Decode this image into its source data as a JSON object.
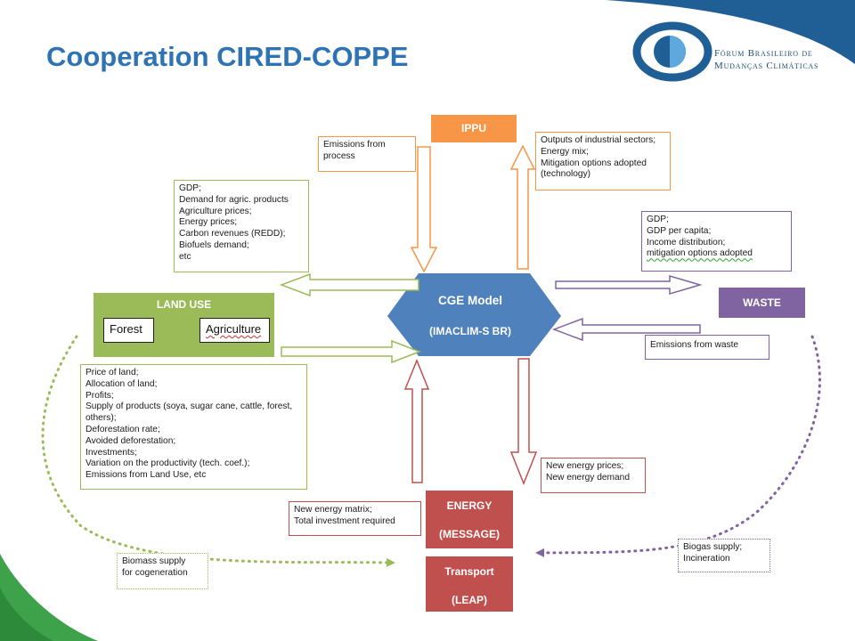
{
  "slide": {
    "title": "Cooperation CIRED-COPPE",
    "brand": {
      "line1": "Fórum Brasileiro de",
      "line2": "Mudanças Climáticas"
    }
  },
  "nodes": {
    "cge": {
      "title": "CGE Model",
      "subtitle": "(IMACLIM-S BR)"
    },
    "ippu": {
      "label": "IPPU"
    },
    "waste": {
      "label": "WASTE"
    },
    "land_use": {
      "label": "LAND USE",
      "forest": "Forest",
      "agriculture": "Agriculture"
    },
    "energy": {
      "label": "ENERGY",
      "sub": "(MESSAGE)"
    },
    "transport": {
      "label": "Transport",
      "sub": "(LEAP)"
    }
  },
  "annotations": {
    "emissions_process": [
      "Emissions from",
      "process"
    ],
    "ippu_outputs": [
      "Outputs of industrial sectors;",
      "Energy mix;",
      "Mitigation options adopted",
      "(technology)"
    ],
    "cge_to_landuse": [
      "GDP;",
      "Demand for agric. products",
      "Agriculture prices;",
      "Energy prices;",
      "Carbon revenues (REDD);",
      "Biofuels demand;",
      "etc"
    ],
    "cge_to_waste": [
      "GDP;",
      "GDP per capita;",
      "Income distribution;",
      "mitigation options adopted"
    ],
    "emissions_waste": [
      "Emissions from waste"
    ],
    "landuse_to_cge": [
      "Price of land;",
      "Allocation of land;",
      "Profits;",
      "Supply of products (soya, sugar cane, cattle, forest,",
      "others);",
      "Deforestation rate;",
      "Avoided deforestation;",
      "Investments;",
      "Variation on the productivity (tech. coef.);",
      "Emissions from Land Use, etc"
    ],
    "new_energy_prices": [
      "New energy prices;",
      "New energy demand"
    ],
    "new_energy_matrix": [
      "New energy matrix;",
      "Total investment required"
    ],
    "biogas": [
      "Biogas supply;",
      "Incineration"
    ],
    "biomass": [
      "Biomass supply",
      "for cogeneration"
    ]
  },
  "colors": {
    "title": "#2e74b5",
    "cge": "#4f81bd",
    "ippu": "#f79646",
    "waste": "#8064a2",
    "land_use": "#9bbb59",
    "energy": "#c0504d",
    "brand_blue": "#1f5f96"
  },
  "icons": {
    "logo": "forum-logo-eye-icon"
  }
}
